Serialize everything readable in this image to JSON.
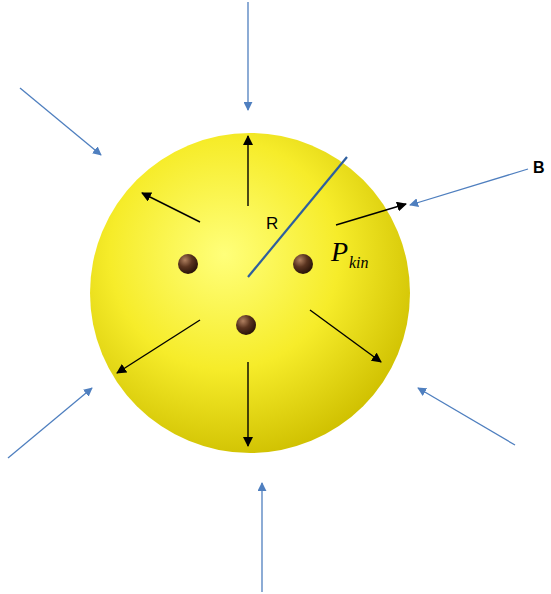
{
  "diagram": {
    "nodes": [
      {
        "text": [
          "R",
          "P",
          "kin"
        ]
      }
    ],
    "labels": [
      "B"
    ]
  }
}
